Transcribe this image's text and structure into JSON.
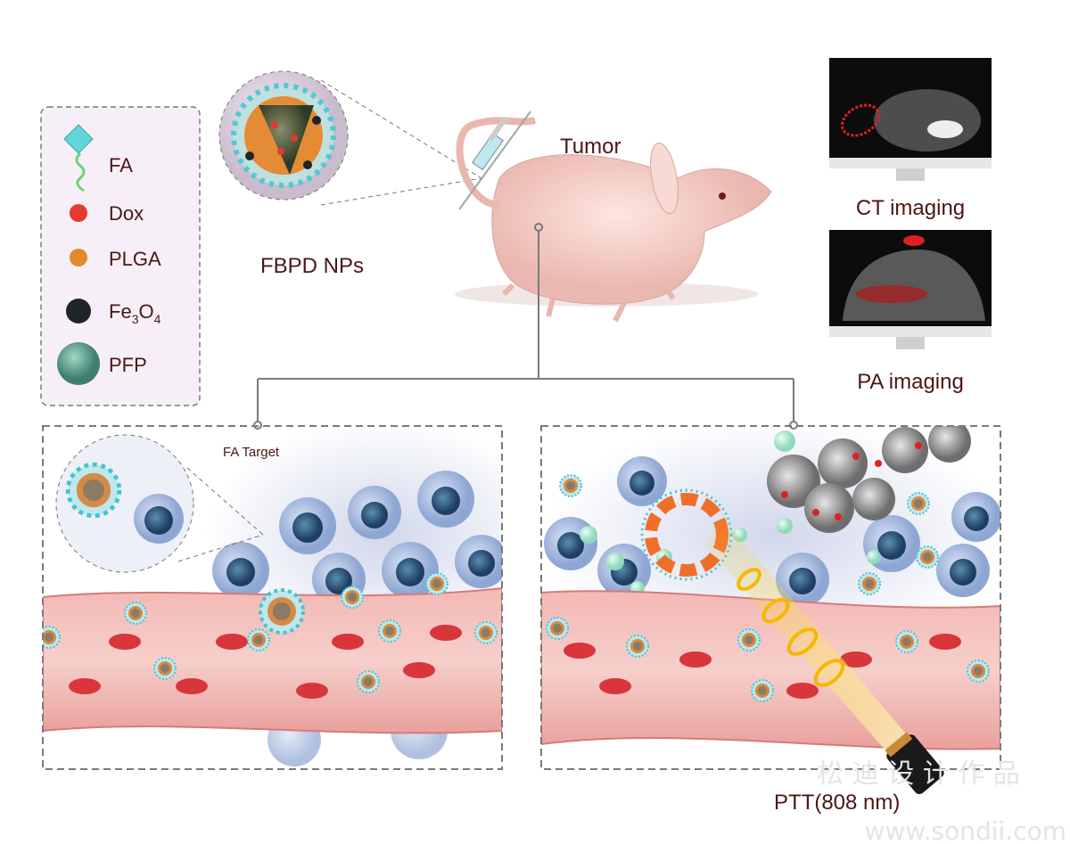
{
  "legend": {
    "items": [
      {
        "label": "FA",
        "icon": "fa-ligand-icon"
      },
      {
        "label": "Dox",
        "icon": "dox-sphere-icon"
      },
      {
        "label": "PLGA",
        "icon": "plga-sphere-icon"
      },
      {
        "label": "Fe",
        "sub1": "3",
        "mid": "O",
        "sub2": "4",
        "icon": "fe3o4-sphere-icon"
      },
      {
        "label": "PFP",
        "icon": "pfp-sphere-icon"
      }
    ]
  },
  "nanoparticle": {
    "label": "FBPD NPs"
  },
  "mouse": {
    "label": "Tumor"
  },
  "imaging": {
    "ct": {
      "label": "CT imaging"
    },
    "pa": {
      "label": "PA imaging"
    }
  },
  "panels": {
    "left": {
      "label": "FA Target"
    },
    "right": {
      "label": "PTT(808 nm)"
    }
  },
  "watermark": {
    "line1": "松 迪 设 计 作 品",
    "line2": "www.sondii.com"
  },
  "colors": {
    "text": "#4a1616",
    "vessel": "#e99a9a",
    "rbc": "#d8363a",
    "cell": "#6f8fc0",
    "fa": "#4fd0d8",
    "plga": "#e08a2c",
    "dox": "#e0302a",
    "laser": "#f5c518"
  }
}
